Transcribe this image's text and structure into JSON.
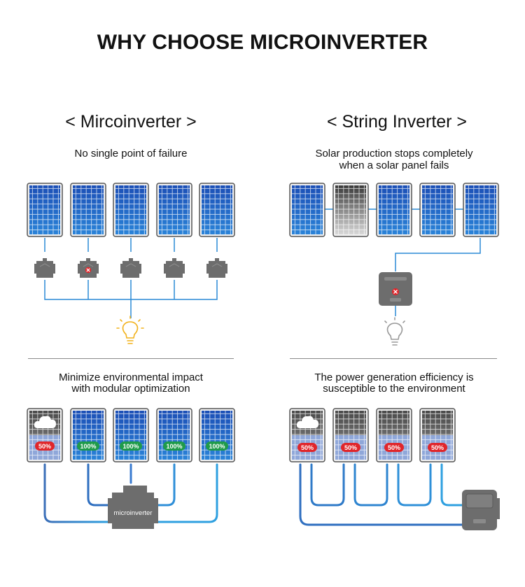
{
  "page_title": "WHY CHOOSE MICROINVERTER",
  "left": {
    "heading": "< Mircoinverter >",
    "top_caption": "No single point of failure",
    "bottom_caption_line1": "Minimize environmental impact",
    "bottom_caption_line2": "with modular optimization",
    "efficiency_labels": [
      "50%",
      "100%",
      "100%",
      "100%",
      "100%"
    ],
    "device_label": "microinverter"
  },
  "right": {
    "heading": "< String Inverter >",
    "top_caption_line1": "Solar production stops completely",
    "top_caption_line2": "when a solar panel fails",
    "bottom_caption_line1": "The power generation efficiency is",
    "bottom_caption_line2": "susceptible to the environment",
    "efficiency_labels": [
      "50%",
      "50%",
      "50%",
      "50%"
    ]
  },
  "colors": {
    "panel_blue": "#1f5fc8",
    "wire_blue": "#2b8ad6",
    "device_gray": "#6b6b6b",
    "badge_red": "#e0262b",
    "badge_green": "#1f9b4a",
    "bulb_on": "#f2b21c",
    "bulb_off": "#9a9a9a"
  }
}
